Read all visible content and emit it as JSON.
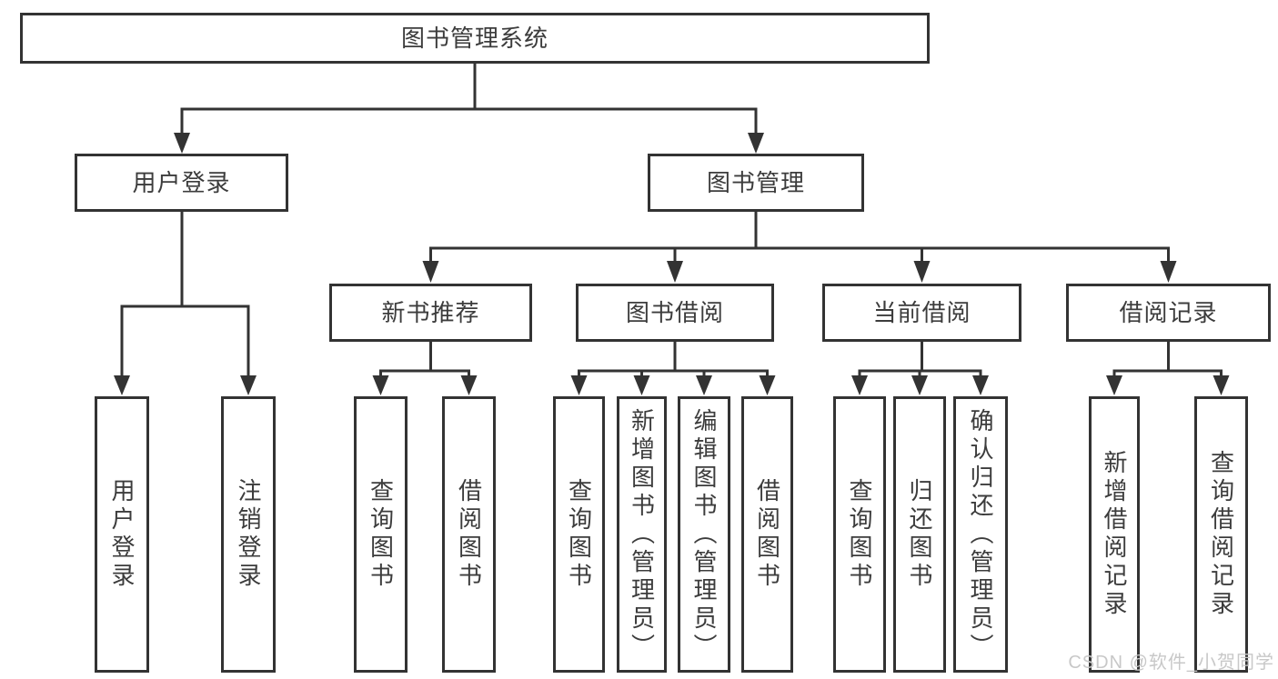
{
  "diagram": {
    "root": {
      "label": "图书管理系统"
    },
    "level2": [
      {
        "label": "用户登录"
      },
      {
        "label": "图书管理"
      }
    ],
    "level3": [
      {
        "label": "新书推荐"
      },
      {
        "label": "图书借阅"
      },
      {
        "label": "当前借阅"
      },
      {
        "label": "借阅记录"
      }
    ],
    "leaves": {
      "user_login": [
        {
          "label": "用户登录"
        },
        {
          "label": "注销登录"
        }
      ],
      "new_books": [
        {
          "label": "查询图书"
        },
        {
          "label": "借阅图书"
        }
      ],
      "book_borrow": [
        {
          "label": "查询图书"
        },
        {
          "label": "新增图书（管理员）"
        },
        {
          "label": "编辑图书（管理员）"
        },
        {
          "label": "借阅图书"
        }
      ],
      "current_borrow": [
        {
          "label": "查询图书"
        },
        {
          "label": "归还图书"
        },
        {
          "label": "确认归还（管理员）"
        }
      ],
      "borrow_records": [
        {
          "label": "新增借阅记录"
        },
        {
          "label": "查询借阅记录"
        }
      ]
    }
  },
  "watermark": {
    "text": "CSDN @软件_小贺同学"
  },
  "colors": {
    "line": "#333333",
    "border": "#333333",
    "text": "#3c3c3c",
    "background": "#ffffff",
    "watermark": "#c8c8c8"
  }
}
